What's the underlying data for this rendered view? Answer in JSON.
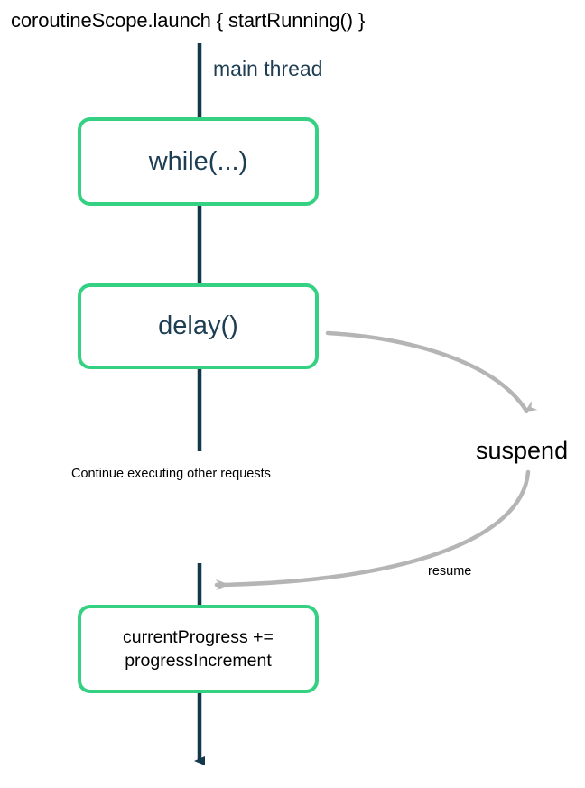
{
  "diagram": {
    "title": "coroutineScope.launch { startRunning() }",
    "timeline": {
      "label": "main thread",
      "note": "Continue executing other requests",
      "line_color": "#1d3d52"
    },
    "nodes": [
      {
        "id": "while",
        "label": "while(...)",
        "border_color": "#35d183",
        "text_color": "#1d3d52"
      },
      {
        "id": "delay",
        "label": "delay()",
        "border_color": "#35d183",
        "text_color": "#1d3d52"
      },
      {
        "id": "progress",
        "line1": "currentProgress +=",
        "line2": "progressIncrement",
        "border_color": "#35d183",
        "text_color": "#000000"
      }
    ],
    "transitions": [
      {
        "id": "suspend",
        "label": "suspend",
        "arrow_color": "#b5b5b5"
      },
      {
        "id": "resume",
        "label": "resume",
        "arrow_color": "#b5b5b5"
      }
    ]
  }
}
